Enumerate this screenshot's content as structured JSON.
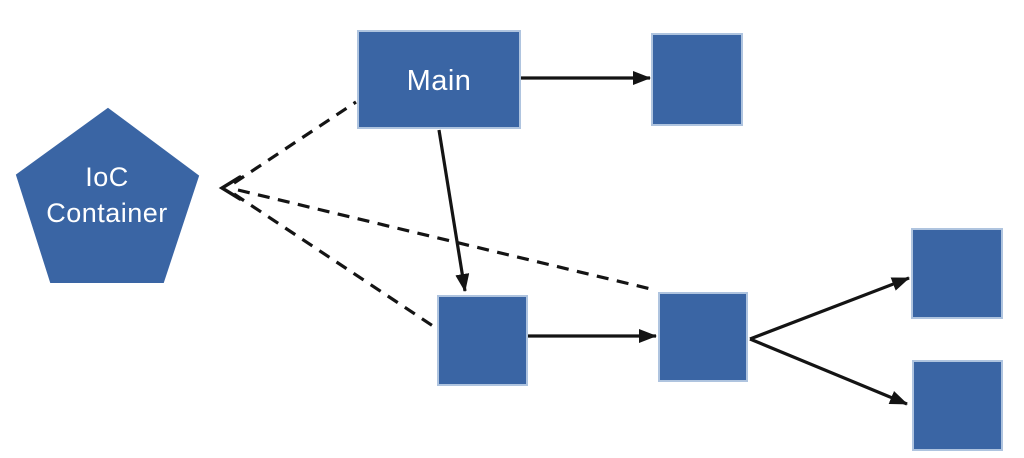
{
  "diagram": {
    "type": "flow-diagram",
    "background": "#FFFFFF",
    "colors": {
      "node_fill": "#3A65A4",
      "node_border": "#AFC4DF",
      "label_text": "#FFFFFF",
      "edge": "#141414"
    },
    "nodes": [
      {
        "id": "ioc-container",
        "shape": "pentagon",
        "label": "IoC Container",
        "label_lines": [
          "IoC",
          "Container"
        ]
      },
      {
        "id": "main",
        "shape": "rectangle",
        "label": "Main"
      },
      {
        "id": "box-top-right",
        "shape": "square",
        "label": ""
      },
      {
        "id": "box-flow-1",
        "shape": "square",
        "label": ""
      },
      {
        "id": "box-flow-2",
        "shape": "square",
        "label": ""
      },
      {
        "id": "box-right-top",
        "shape": "square",
        "label": ""
      },
      {
        "id": "box-right-bottom",
        "shape": "square",
        "label": ""
      }
    ],
    "edges": [
      {
        "from": "main",
        "to": "box-top-right",
        "style": "solid-arrow"
      },
      {
        "from": "main",
        "to": "box-flow-1",
        "style": "solid-arrow"
      },
      {
        "from": "box-flow-1",
        "to": "box-flow-2",
        "style": "solid-arrow"
      },
      {
        "from": "box-flow-2",
        "to": "box-right-top",
        "style": "solid-arrow"
      },
      {
        "from": "box-flow-2",
        "to": "box-right-bottom",
        "style": "solid-arrow"
      },
      {
        "from": "main",
        "to": "ioc-container",
        "style": "dashed-open-arrow"
      },
      {
        "from": "box-flow-1",
        "to": "ioc-container",
        "style": "dashed-open-arrow"
      },
      {
        "from": "box-flow-2",
        "to": "ioc-container",
        "style": "dashed-open-arrow"
      }
    ]
  }
}
